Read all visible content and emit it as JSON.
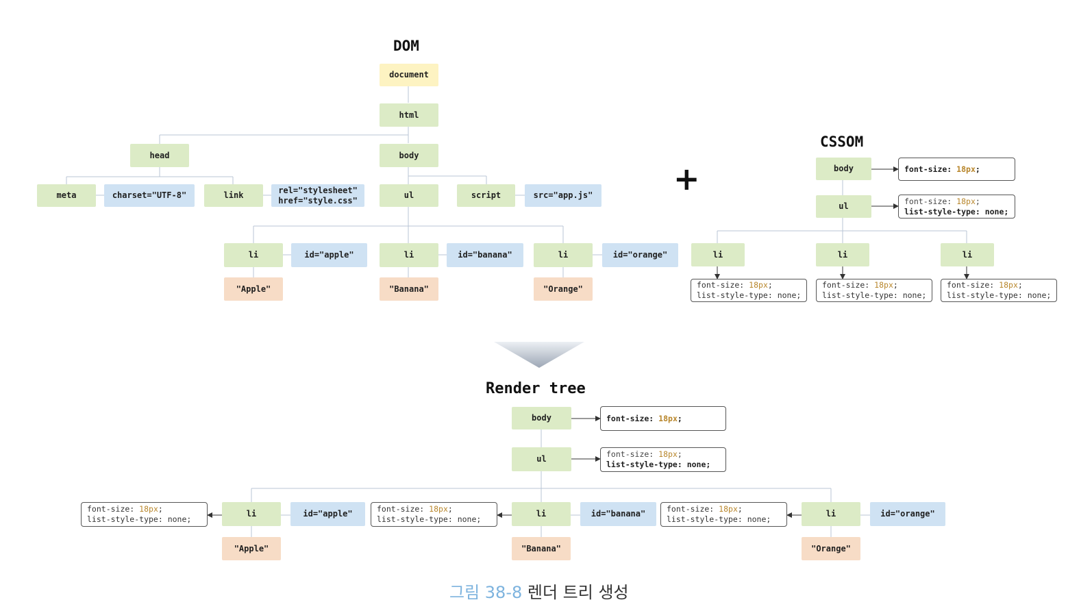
{
  "dom": {
    "title": "DOM",
    "nodes": {
      "document": "document",
      "html": "html",
      "head": "head",
      "body": "body",
      "meta": "meta",
      "charset": "charset=\"UTF-8\"",
      "link": "link",
      "link_attr": "rel=\"stylesheet\"\nhref=\"style.css\"",
      "ul": "ul",
      "script": "script",
      "script_attr": "src=\"app.js\"",
      "li_1": "li",
      "li_1_attr": "id=\"apple\"",
      "li_1_text": "\"Apple\"",
      "li_2": "li",
      "li_2_attr": "id=\"banana\"",
      "li_2_text": "\"Banana\"",
      "li_3": "li",
      "li_3_attr": "id=\"orange\"",
      "li_3_text": "\"Orange\""
    }
  },
  "plus": "+",
  "cssom": {
    "title": "CSSOM",
    "nodes": {
      "body": "body",
      "ul": "ul",
      "li_1": "li",
      "li_2": "li",
      "li_3": "li"
    },
    "styles": {
      "body": {
        "prop": "font-size: ",
        "value": "18px",
        "end": ";"
      },
      "ul": {
        "line1_prop": "font-size: ",
        "line1_value": "18px",
        "line1_end": ";",
        "line2": "list-style-type: none;"
      },
      "li": {
        "line1_prop": "font-size: ",
        "line1_value": "18px",
        "line1_end": ";",
        "line2": "list-style-type: none;"
      }
    }
  },
  "render_tree": {
    "title": "Render tree",
    "nodes": {
      "body": "body",
      "ul": "ul",
      "li_1": "li",
      "li_1_attr": "id=\"apple\"",
      "li_1_text": "\"Apple\"",
      "li_2": "li",
      "li_2_attr": "id=\"banana\"",
      "li_2_text": "\"Banana\"",
      "li_3": "li",
      "li_3_attr": "id=\"orange\"",
      "li_3_text": "\"Orange\""
    }
  },
  "caption": {
    "number": "그림 38-8",
    "text": " 렌더 트리 생성"
  },
  "colors": {
    "element": "#dcebc6",
    "document": "#fdf3c2",
    "attribute": "#cfe2f3",
    "text": "#f7dcc6",
    "value": "#b8862b",
    "caption_number": "#7db3de"
  }
}
